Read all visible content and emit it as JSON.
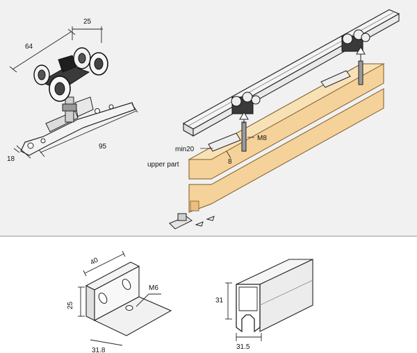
{
  "labels": {
    "dim_64": "64",
    "dim_25_top": "25",
    "dim_95": "95",
    "dim_18": "18",
    "dim_m8": "M8",
    "dim_min20": "min20",
    "dim_8": "8",
    "upper_part": "upper part",
    "dim_40": "40",
    "dim_25_bracket": "25",
    "dim_m6": "M6",
    "dim_31_8": "31.8",
    "dim_31": "31",
    "dim_31_5": "31.5"
  },
  "colors": {
    "wood_face": "#f5d29a",
    "wood_top": "#f9e1b6",
    "wood_edge": "#d9a75e",
    "metal_dark": "#2c2c2c",
    "metal_light": "#e6e6e6",
    "line": "#222222"
  }
}
